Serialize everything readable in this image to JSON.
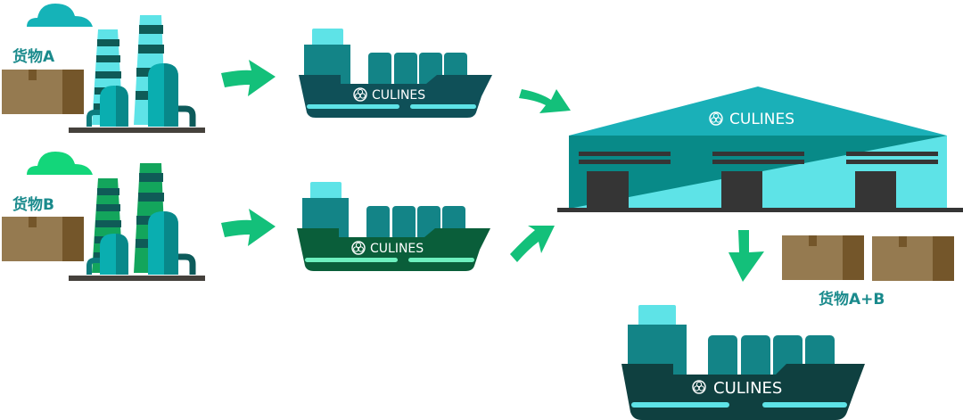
{
  "diagram": {
    "title": "",
    "cargo_labels": {
      "a": "货物A",
      "b": "货物B",
      "combined": "货物A+B"
    },
    "brand": "CULINES",
    "colors": {
      "arrow": "#13c07a",
      "teal_dark": "#0f4c4c",
      "teal": "#138487",
      "teal_light": "#5ee3e7",
      "green_dark": "#0a5e3a",
      "green_stack": "#13a55c",
      "green_cloud": "#13d67a",
      "cloud_teal": "#15b3b8",
      "box": "#957a50",
      "box_side": "#74562a",
      "label_text": "#1a8a8c",
      "ground": "#45413c",
      "door": "#353535"
    },
    "flow": [
      {
        "from": "factory-a",
        "to": "ship-a"
      },
      {
        "from": "factory-b",
        "to": "ship-b"
      },
      {
        "from": "ship-a",
        "to": "warehouse"
      },
      {
        "from": "ship-b",
        "to": "warehouse"
      },
      {
        "from": "warehouse",
        "to": "ship-combined"
      }
    ]
  }
}
